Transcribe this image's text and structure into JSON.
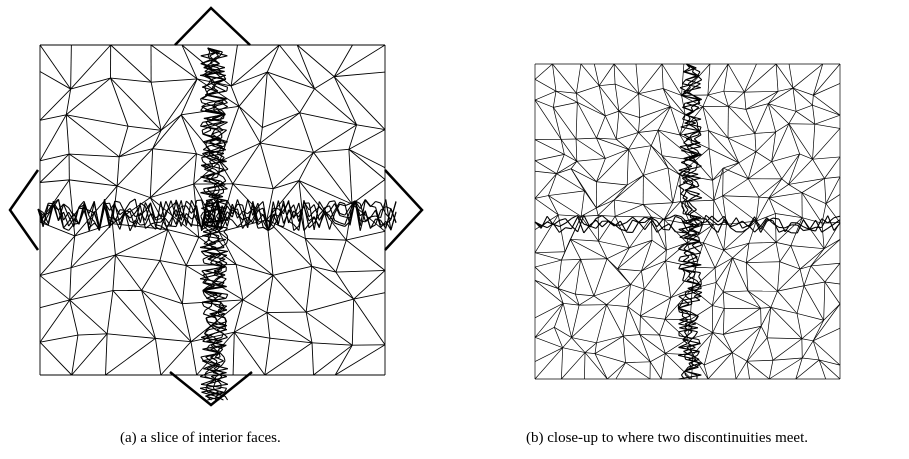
{
  "figure": {
    "panels": [
      {
        "id": "a",
        "caption": "(a) a slice of interior faces."
      },
      {
        "id": "b",
        "caption": "(b) close-up to where two discontinuities meet."
      }
    ]
  },
  "colors": {
    "background": "#ffffff",
    "mesh": "#000000"
  }
}
